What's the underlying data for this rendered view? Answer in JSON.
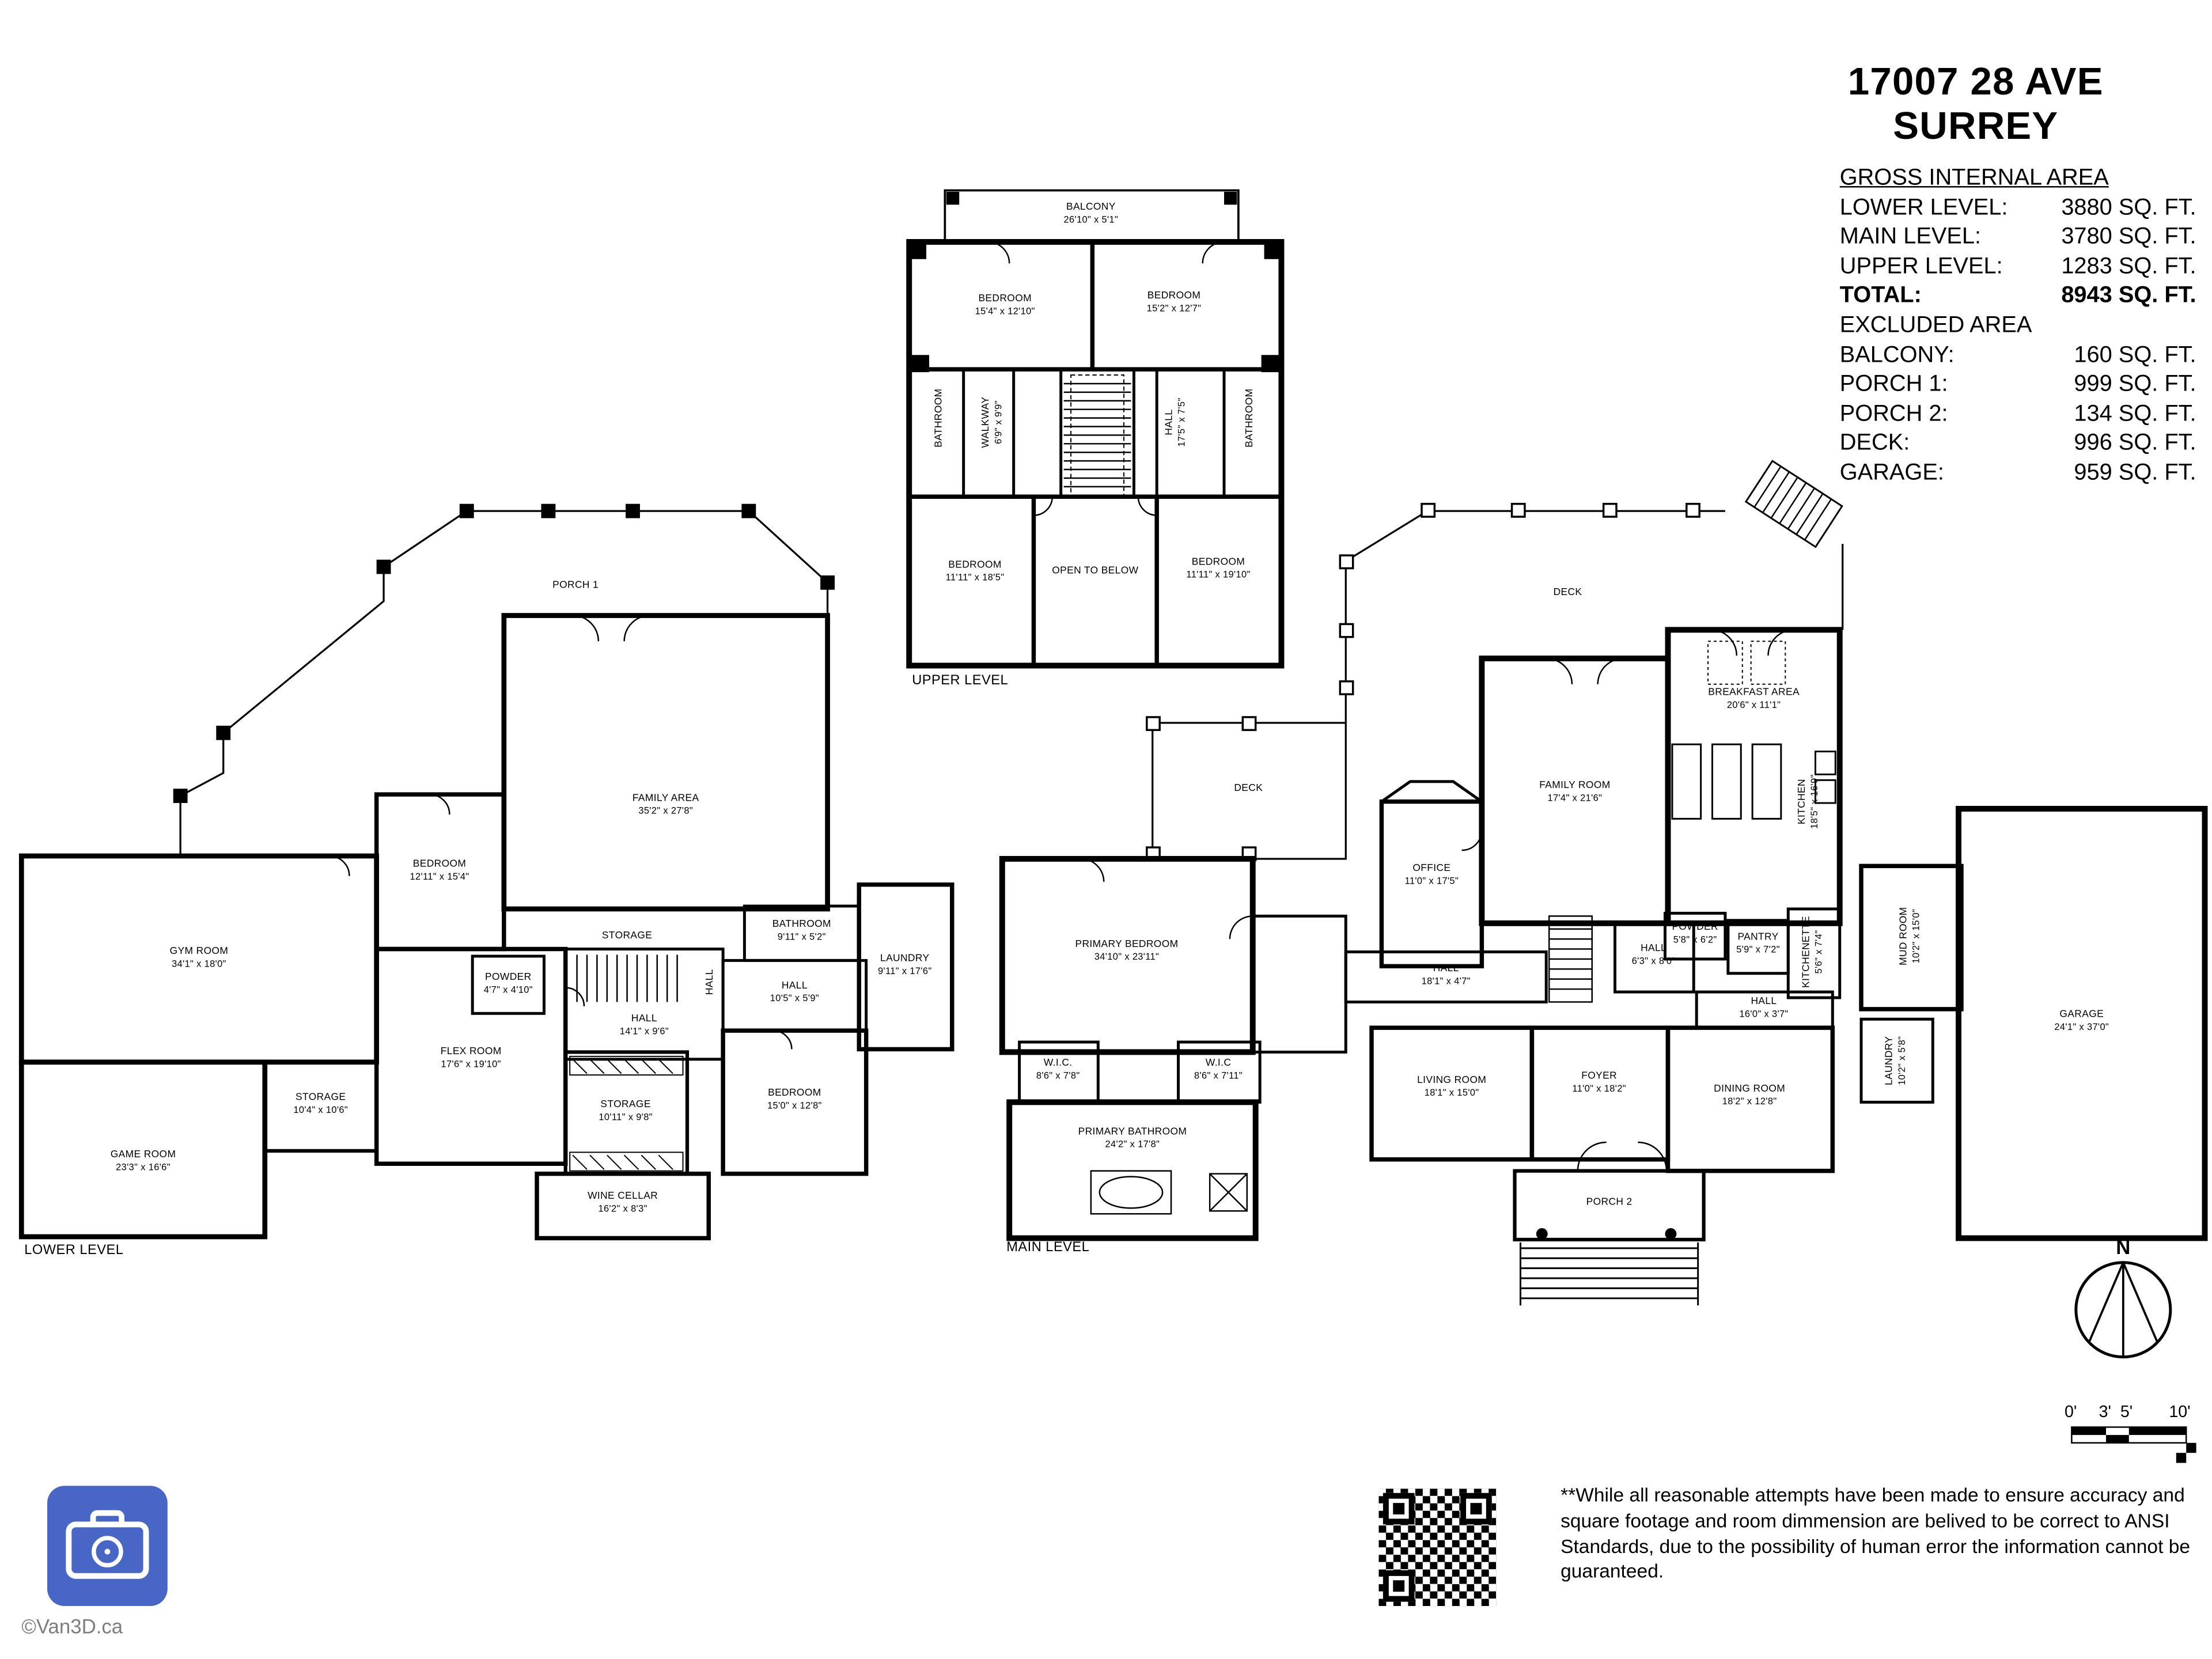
{
  "header": {
    "address_line1": "17007 28 AVE",
    "address_line2": "SURREY",
    "area_table": {
      "title": "GROSS INTERNAL AREA",
      "rows": [
        {
          "label": "LOWER LEVEL:",
          "value": "3880 SQ. FT."
        },
        {
          "label": "MAIN LEVEL:",
          "value": "3780 SQ. FT."
        },
        {
          "label": "UPPER LEVEL:",
          "value": "1283 SQ. FT."
        },
        {
          "label": "TOTAL:",
          "value": "8943 SQ. FT."
        }
      ],
      "excluded_title": "EXCLUDED AREA",
      "excluded_rows": [
        {
          "label": "BALCONY:",
          "value": "160 SQ. FT."
        },
        {
          "label": "PORCH 1:",
          "value": "999 SQ. FT."
        },
        {
          "label": "PORCH 2:",
          "value": "134 SQ. FT."
        },
        {
          "label": "DECK:",
          "value": "996 SQ. FT."
        },
        {
          "label": "GARAGE:",
          "value": "959 SQ. FT."
        }
      ]
    }
  },
  "plans": {
    "upper": {
      "label": "UPPER LEVEL",
      "rooms": [
        {
          "name": "BALCONY",
          "dims": "26'10\" x 5'1\""
        },
        {
          "name": "BEDROOM",
          "dims": "15'4\" x 12'10\""
        },
        {
          "name": "BEDROOM",
          "dims": "15'2\" x 12'7\""
        },
        {
          "name": "BATHROOM",
          "dims": ""
        },
        {
          "name": "WALKWAY",
          "dims": "6'9\" x 9'9\""
        },
        {
          "name": "HALL",
          "dims": "17'5\" x 7'5\""
        },
        {
          "name": "BATHROOM",
          "dims": ""
        },
        {
          "name": "BEDROOM",
          "dims": "11'11\" x 18'5\""
        },
        {
          "name": "OPEN TO BELOW",
          "dims": ""
        },
        {
          "name": "BEDROOM",
          "dims": "11'11\" x 19'10\""
        }
      ]
    },
    "lower": {
      "label": "LOWER LEVEL",
      "rooms": [
        {
          "name": "PORCH 1",
          "dims": ""
        },
        {
          "name": "FAMILY AREA",
          "dims": "35'2\" x 27'8\""
        },
        {
          "name": "BEDROOM",
          "dims": "12'11\" x 15'4\""
        },
        {
          "name": "GYM ROOM",
          "dims": "34'1\" x 18'0\""
        },
        {
          "name": "STORAGE",
          "dims": ""
        },
        {
          "name": "BATHROOM",
          "dims": "9'11\" x 5'2\""
        },
        {
          "name": "LAUNDRY",
          "dims": "9'11\" x 17'6\""
        },
        {
          "name": "POWDER",
          "dims": "4'7\" x 4'10\""
        },
        {
          "name": "HALL",
          "dims": "14'1\" x 9'6\""
        },
        {
          "name": "HALL",
          "dims": "10'5\" x 5'9\""
        },
        {
          "name": "FLEX ROOM",
          "dims": "17'6\" x 19'10\""
        },
        {
          "name": "STORAGE",
          "dims": "10'4\" x 10'6\""
        },
        {
          "name": "STORAGE",
          "dims": "10'11\" x 9'8\""
        },
        {
          "name": "BEDROOM",
          "dims": "15'0\" x 12'8\""
        },
        {
          "name": "GAME ROOM",
          "dims": "23'3\" x 16'6\""
        },
        {
          "name": "WINE CELLAR",
          "dims": "16'2\" x 8'3\""
        },
        {
          "name": "HALL",
          "dims": ""
        }
      ]
    },
    "main": {
      "label": "MAIN LEVEL",
      "rooms": [
        {
          "name": "DECK",
          "dims": ""
        },
        {
          "name": "DECK",
          "dims": ""
        },
        {
          "name": "BREAKFAST AREA",
          "dims": "20'6\" x 11'1\""
        },
        {
          "name": "FAMILY ROOM",
          "dims": "17'4\" x 21'6\""
        },
        {
          "name": "KITCHEN",
          "dims": "18'5\" x 16'9\""
        },
        {
          "name": "OFFICE",
          "dims": "11'0\" x 17'5\""
        },
        {
          "name": "PRIMARY BEDROOM",
          "dims": "34'10\" x 23'11\""
        },
        {
          "name": "POWDER",
          "dims": "5'8\" x 6'2\""
        },
        {
          "name": "PANTRY",
          "dims": "5'9\" x 7'2\""
        },
        {
          "name": "KITCHENETTE",
          "dims": "5'6\" x 7'4\""
        },
        {
          "name": "HALL",
          "dims": "18'1\" x 4'7\""
        },
        {
          "name": "HALL",
          "dims": "6'3\" x 8'0\""
        },
        {
          "name": "HALL",
          "dims": "16'0\" x 3'7\""
        },
        {
          "name": "MUD ROOM",
          "dims": "10'2\" x 15'0\""
        },
        {
          "name": "W.I.C.",
          "dims": "8'6\" x 7'8\""
        },
        {
          "name": "W.I.C",
          "dims": "8'6\" x 7'11\""
        },
        {
          "name": "PRIMARY BATHROOM",
          "dims": "24'2\" x 17'8\""
        },
        {
          "name": "LIVING ROOM",
          "dims": "18'1\" x 15'0\""
        },
        {
          "name": "FOYER",
          "dims": "11'0\" x 18'2\""
        },
        {
          "name": "DINING ROOM",
          "dims": "18'2\" x 12'8\""
        },
        {
          "name": "LAUNDRY",
          "dims": "10'2\" x 5'8\""
        },
        {
          "name": "GARAGE",
          "dims": "24'1\" x 37'0\""
        },
        {
          "name": "PORCH 2",
          "dims": ""
        }
      ]
    }
  },
  "footer": {
    "disclaimer": "**While all reasonable attempts have been made to ensure accuracy and square footage and room dimmension are belived to be correct to ANSI Standards, due to the possibility of human error the information cannot be guaranteed.",
    "logo_text": "©Van3D.ca",
    "compass_label": "N",
    "scale_labels": [
      "0'",
      "3'",
      "5'",
      "10'"
    ]
  }
}
